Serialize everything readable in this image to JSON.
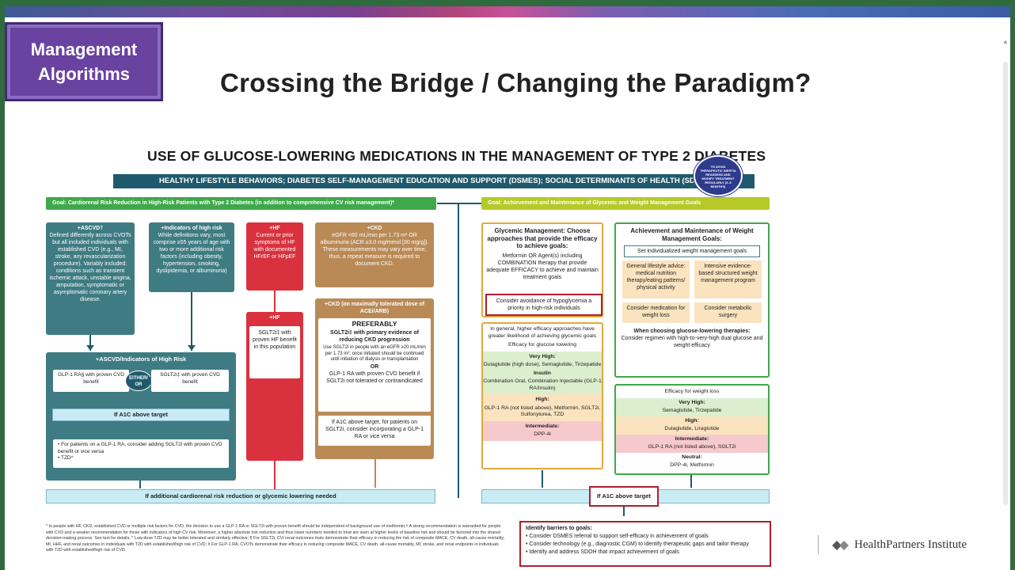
{
  "slide": {
    "badge": "Management\nAlgorithms",
    "title": "Crossing the Bridge / Changing the Paradigm?"
  },
  "figure": {
    "title": "USE OF GLUCOSE-LOWERING MEDICATIONS IN THE MANAGEMENT OF TYPE 2 DIABETES",
    "banner": "HEALTHY LIFESTYLE BEHAVIORS; DIABETES SELF-MANAGEMENT EDUCATION AND SUPPORT (DSMES); SOCIAL DETERMINANTS OF HEALTH (SDOH)",
    "seal": "TO AVOID THERAPEUTIC INERTIA REASSESS AND MODIFY TREATMENT REGULARLY (3–6 MONTHS)",
    "goal_left": "Goal: Cardiorenal Risk Reduction in High-Risk Patients with Type 2 Diabetes (in addition to comprehensive CV risk management)*",
    "goal_right": "Goal: Achievement and Maintenance of Glycemic and Weight Management Goals",
    "ascvd_title": "+ASCVD†",
    "ascvd_body": "Defined differently across CVOTs but all included individuals with established CVD (e.g., MI, stroke, any revascularization procedure). Variably included: conditions such as transient ischemic attack, unstable angina, amputation, symptomatic or asymptomatic coronary artery disease.",
    "risk_title": "+Indicators of high risk",
    "risk_body": "While definitions vary, most comprise ≥55 years of age with two or more additional risk factors (including obesity, hypertension, smoking, dyslipidemia, or albuminuria)",
    "hf_title": "+HF",
    "hf_body": "Current or prior symptoms of HF with documented HFrEF or HFpEF",
    "ckd_title": "+CKD",
    "ckd_body": "eGFR <60 mL/min per 1.73 m² OR albuminuria (ACR ≥3.0 mg/mmol [30 mg/g]). These measurements may vary over time; thus, a repeat measure is required to document CKD.",
    "hf2_title": "+HF",
    "hf2_body": "SGLT2i‡ with proven HF benefit in this population",
    "ckd2_title": "+CKD (on maximally tolerated dose of ACEi/ARB)",
    "pref_title": "PREFERABLY",
    "pref_1": "SGLT2i‡ with primary evidence of reducing CKD progression",
    "pref_2": "Use SGLT2i in people with an eGFR ≥20 mL/min per 1.73 m²; once initiated should be continued until initiation of dialysis or transplantation",
    "pref_or": "OR",
    "pref_3": "GLP-1 RA with proven CVD benefit if SGLT2i not tolerated or contraindicated",
    "ckd_a1c": "If A1C above target, for patients on SGLT2i, consider incorporating a GLP-1 RA or vice versa",
    "panel_title": "+ASCVD/Indicators of High Risk",
    "glp1": "GLP-1 RA§ with proven CVD benefit",
    "either": "EITHER/ OR",
    "sglt2": "SGLT2i‡ with proven CVD benefit",
    "a1c_above": "If A1C above target",
    "panel_list_1": "For patients on a GLP-1 RA, consider adding SGLT2i with proven CVD benefit or vice versa",
    "panel_list_2": "TZD^",
    "bottom_bar_left": "If additional cardiorenal risk reduction or glycemic lowering needed",
    "bottom_bar_right": "If A1C above target",
    "glycemic_title": "Glycemic Management: Choose approaches that provide the efficacy to achieve goals:",
    "glycemic_body": "Metformin OR Agent(s) including COMBINATION therapy that provide adequate EFFICACY to achieve and maintain treatment goals",
    "glycemic_hypo": "Consider avoidance of hypoglycemia a priority in high-risk individuals",
    "eff_intro": "In general, higher efficacy approaches have greater likelihood of achieving glycemic goals",
    "eff_head": "Efficacy for glucose lowering",
    "vhigh_label": "Very High:",
    "vhigh_body": "Dulaglutide (high dose), Semaglutide, Tirzepatide",
    "insulin_label": "Insulin",
    "combo": "Combination Oral, Combination Injectable (GLP-1 RA/Insulin)",
    "high_label": "High:",
    "high_body": "GLP-1 RA (not listed above), Metformin, SGLT2i, Sulfonylurea, TZD",
    "inter_label": "Intermediate:",
    "inter_body": "DPP-4i",
    "weight_title": "Achievement and Maintenance of Weight Management Goals:",
    "weight_set": "Set individualized weight management goals",
    "weight_1": "General lifestyle advice: medical nutrition therapy/eating patterns/ physical activity",
    "weight_2": "Intensive evidence-based structured weight management program",
    "weight_3": "Consider medication for weight loss",
    "weight_4": "Consider metabolic surgery",
    "choose_title": "When choosing glucose-lowering therapies:",
    "choose_body": "Consider regimen with high-to-very-high dual glucose and weight efficacy",
    "wl_head": "Efficacy for weight loss",
    "wl_vhigh_label": "Very High:",
    "wl_vhigh_body": "Semaglutide, Tirzepatide",
    "wl_high_label": "High:",
    "wl_high_body": "Dulaglutide, Liraglutide",
    "wl_inter_label": "Intermediate:",
    "wl_inter_body": "GLP-1 RA (not listed above), SGLT2i",
    "wl_neutral_label": "Neutral:",
    "wl_neutral_body": "DPP-4i, Metformin",
    "barriers_title": "Identify barriers to goals:",
    "barriers_1": "Consider DSMES referral to support self-efficacy in achievement of goals",
    "barriers_2": "Consider technology (e.g., diagnostic CGM) to identify therapeutic gaps and tailor therapy",
    "barriers_3": "Identify and address SDOH that impact achievement of goals",
    "footnote": "* In people with HF, CKD, established CVD or multiple risk factors for CVD, the decision to use a GLP-1 RA or SGLT2i with proven benefit should be independent of background use of metformin;† A strong recommendation is warranted for people with CVD and a weaker recommendation for those with indicators of high CV risk. Moreover, a higher absolute risk reduction and thus lower numbers needed to treat are seen at higher levels of baseline risk and should be factored into the shared decision-making process. See text for details; ^ Low-dose TZD may be better tolerated and similarly effective; § For SGLT2i, CV/ renal outcomes trials demonstrate their efficacy in reducing the risk of composite MACE, CV death, all-cause mortality, MI, HHF, and renal outcomes in individuals with T2D with established/high risk of CVD; # For GLP-1 RA, CVOTs demonstrate their efficacy in reducing composite MACE, CV death, all-cause mortality, MI, stroke, and renal endpoints in individuals with T2D with established/high risk of CVD."
  },
  "logo": {
    "text": "HealthPartners Institute"
  },
  "colors": {
    "badge": "#6a42a0",
    "teal": "#3f7b83",
    "red": "#d9323e",
    "tan": "#b98a56",
    "green_goal": "#3fa84a",
    "lime_goal": "#b6c928",
    "highlight": "#b01e2c"
  }
}
